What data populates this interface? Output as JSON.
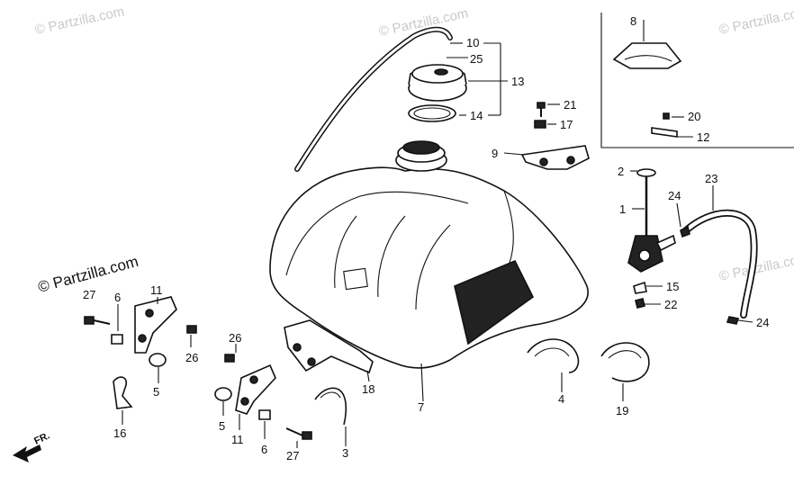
{
  "watermark": "© Partzilla.com",
  "brand_label": "© Partzilla.com",
  "direction_label": "FR.",
  "callouts": {
    "p1": "1",
    "p2": "2",
    "p3": "3",
    "p4": "4",
    "p5a": "5",
    "p5b": "5",
    "p6a": "6",
    "p6b": "6",
    "p7": "7",
    "p8": "8",
    "p9": "9",
    "p10": "10",
    "p11a": "11",
    "p11b": "11",
    "p12": "12",
    "p13": "13",
    "p14": "14",
    "p15": "15",
    "p16": "16",
    "p17": "17",
    "p18": "18",
    "p19": "19",
    "p20": "20",
    "p21": "21",
    "p22": "22",
    "p23": "23",
    "p24a": "24",
    "p24b": "24",
    "p25": "25",
    "p26a": "26",
    "p26b": "26",
    "p27a": "27",
    "p27b": "27"
  }
}
